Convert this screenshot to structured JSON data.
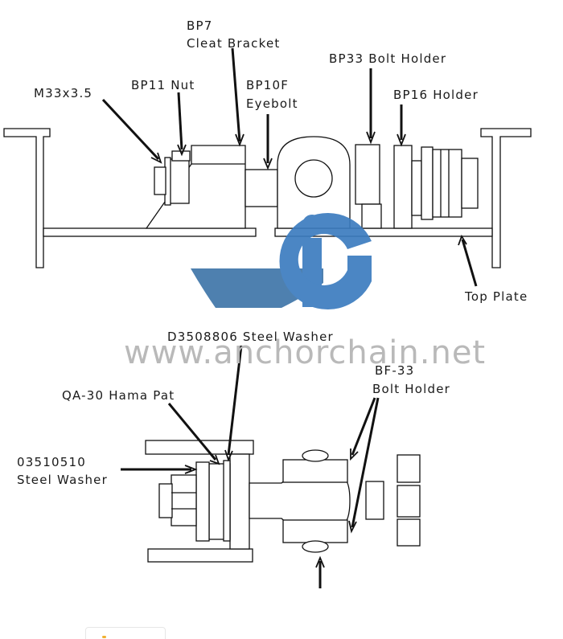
{
  "top_view_labels": {
    "bp7": "BP7",
    "cleat_bracket": "Cleat Bracket",
    "bp33_bolt_holder": "BP33 Bolt Holder",
    "m33": "M33x3.5",
    "bp11_nut": "BP11 Nut",
    "bp10f": "BP10F",
    "eyebolt": "Eyebolt",
    "bp16_holder": "BP16 Holder",
    "top_plate": "Top Plate"
  },
  "bottom_view_labels": {
    "steel_washer_d": "D3508806 Steel Washer",
    "bf33": "BF-33",
    "bolt_holder": "Bolt Holder",
    "qa30": "QA-30 Hama Pat",
    "washer_0351_code": "03510510",
    "washer_0351_name": "Steel Washer"
  },
  "watermark": {
    "url": "www.anchorchain.net",
    "logo_letters": "IG",
    "logo_color": "#3c7cbf",
    "ship_color": "#1d5d99",
    "text_color": "#b9b9b9"
  }
}
